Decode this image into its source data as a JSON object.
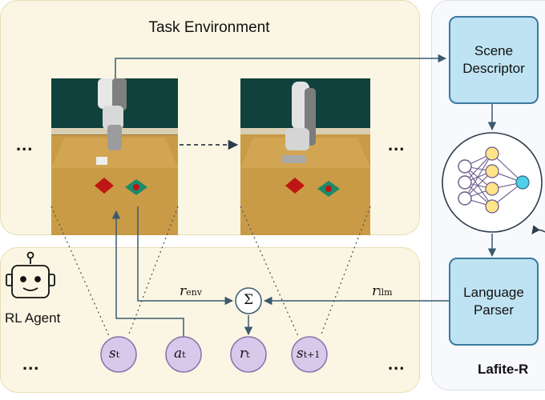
{
  "task_environment": {
    "title": "Task Environment",
    "left_ellipsis": "...",
    "right_ellipsis": "..."
  },
  "rl_agent": {
    "label": "RL Agent",
    "left_ellipsis": "...",
    "right_ellipsis": "..."
  },
  "nodes": {
    "s_t": {
      "base": "s",
      "sub": "t"
    },
    "a_t": {
      "base": "a",
      "sub": "t"
    },
    "r_t": {
      "base": "r",
      "sub": "t"
    },
    "s_t1": {
      "base": "s",
      "sub": "t+1"
    },
    "sum": "Σ"
  },
  "rewards": {
    "env": {
      "base": "r",
      "sub": "env"
    },
    "llm": {
      "base": "r",
      "sub": "llm"
    }
  },
  "lafite": {
    "label": "Lafite-R",
    "scene_descriptor": "Scene\nDescriptor",
    "language_parser": "Language\nParser"
  },
  "colors": {
    "panel_fill": "#fbf6e3",
    "node_fill": "#d8c8ea",
    "box_fill": "#bfe3f2",
    "arrow": "#3b5a70"
  }
}
